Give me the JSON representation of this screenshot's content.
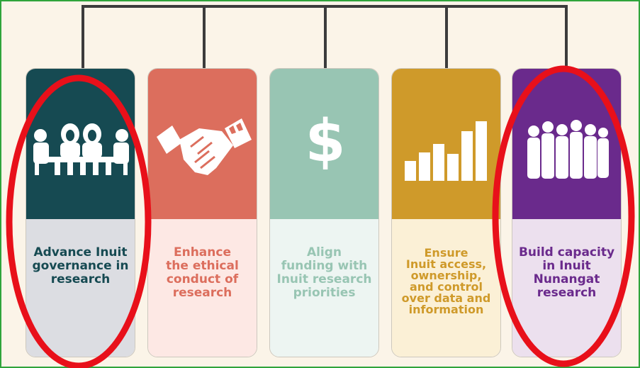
{
  "cards": [
    {
      "label": "Advance Inuit\ngovernance in\nresearch",
      "icon": "people-at-table-icon",
      "color": "#164a52"
    },
    {
      "label": "Enhance\nthe ethical\nconduct of\nresearch",
      "icon": "handshake-icon",
      "color": "#dc6e5d"
    },
    {
      "label": "Align\nfunding with\nInuit research\npriorities",
      "icon": "dollar-sign-icon",
      "color": "#98c5b3"
    },
    {
      "label": "Ensure\nInuit access,\nownership,\nand control\nover data and\ninformation",
      "icon": "bar-chart-icon",
      "color": "#cf9a2a"
    },
    {
      "label": "Build capacity\nin Inuit\nNunangat\nresearch",
      "icon": "group-silhouette-icon",
      "color": "#6a2a8c"
    }
  ],
  "highlight_color": "#e8101a"
}
